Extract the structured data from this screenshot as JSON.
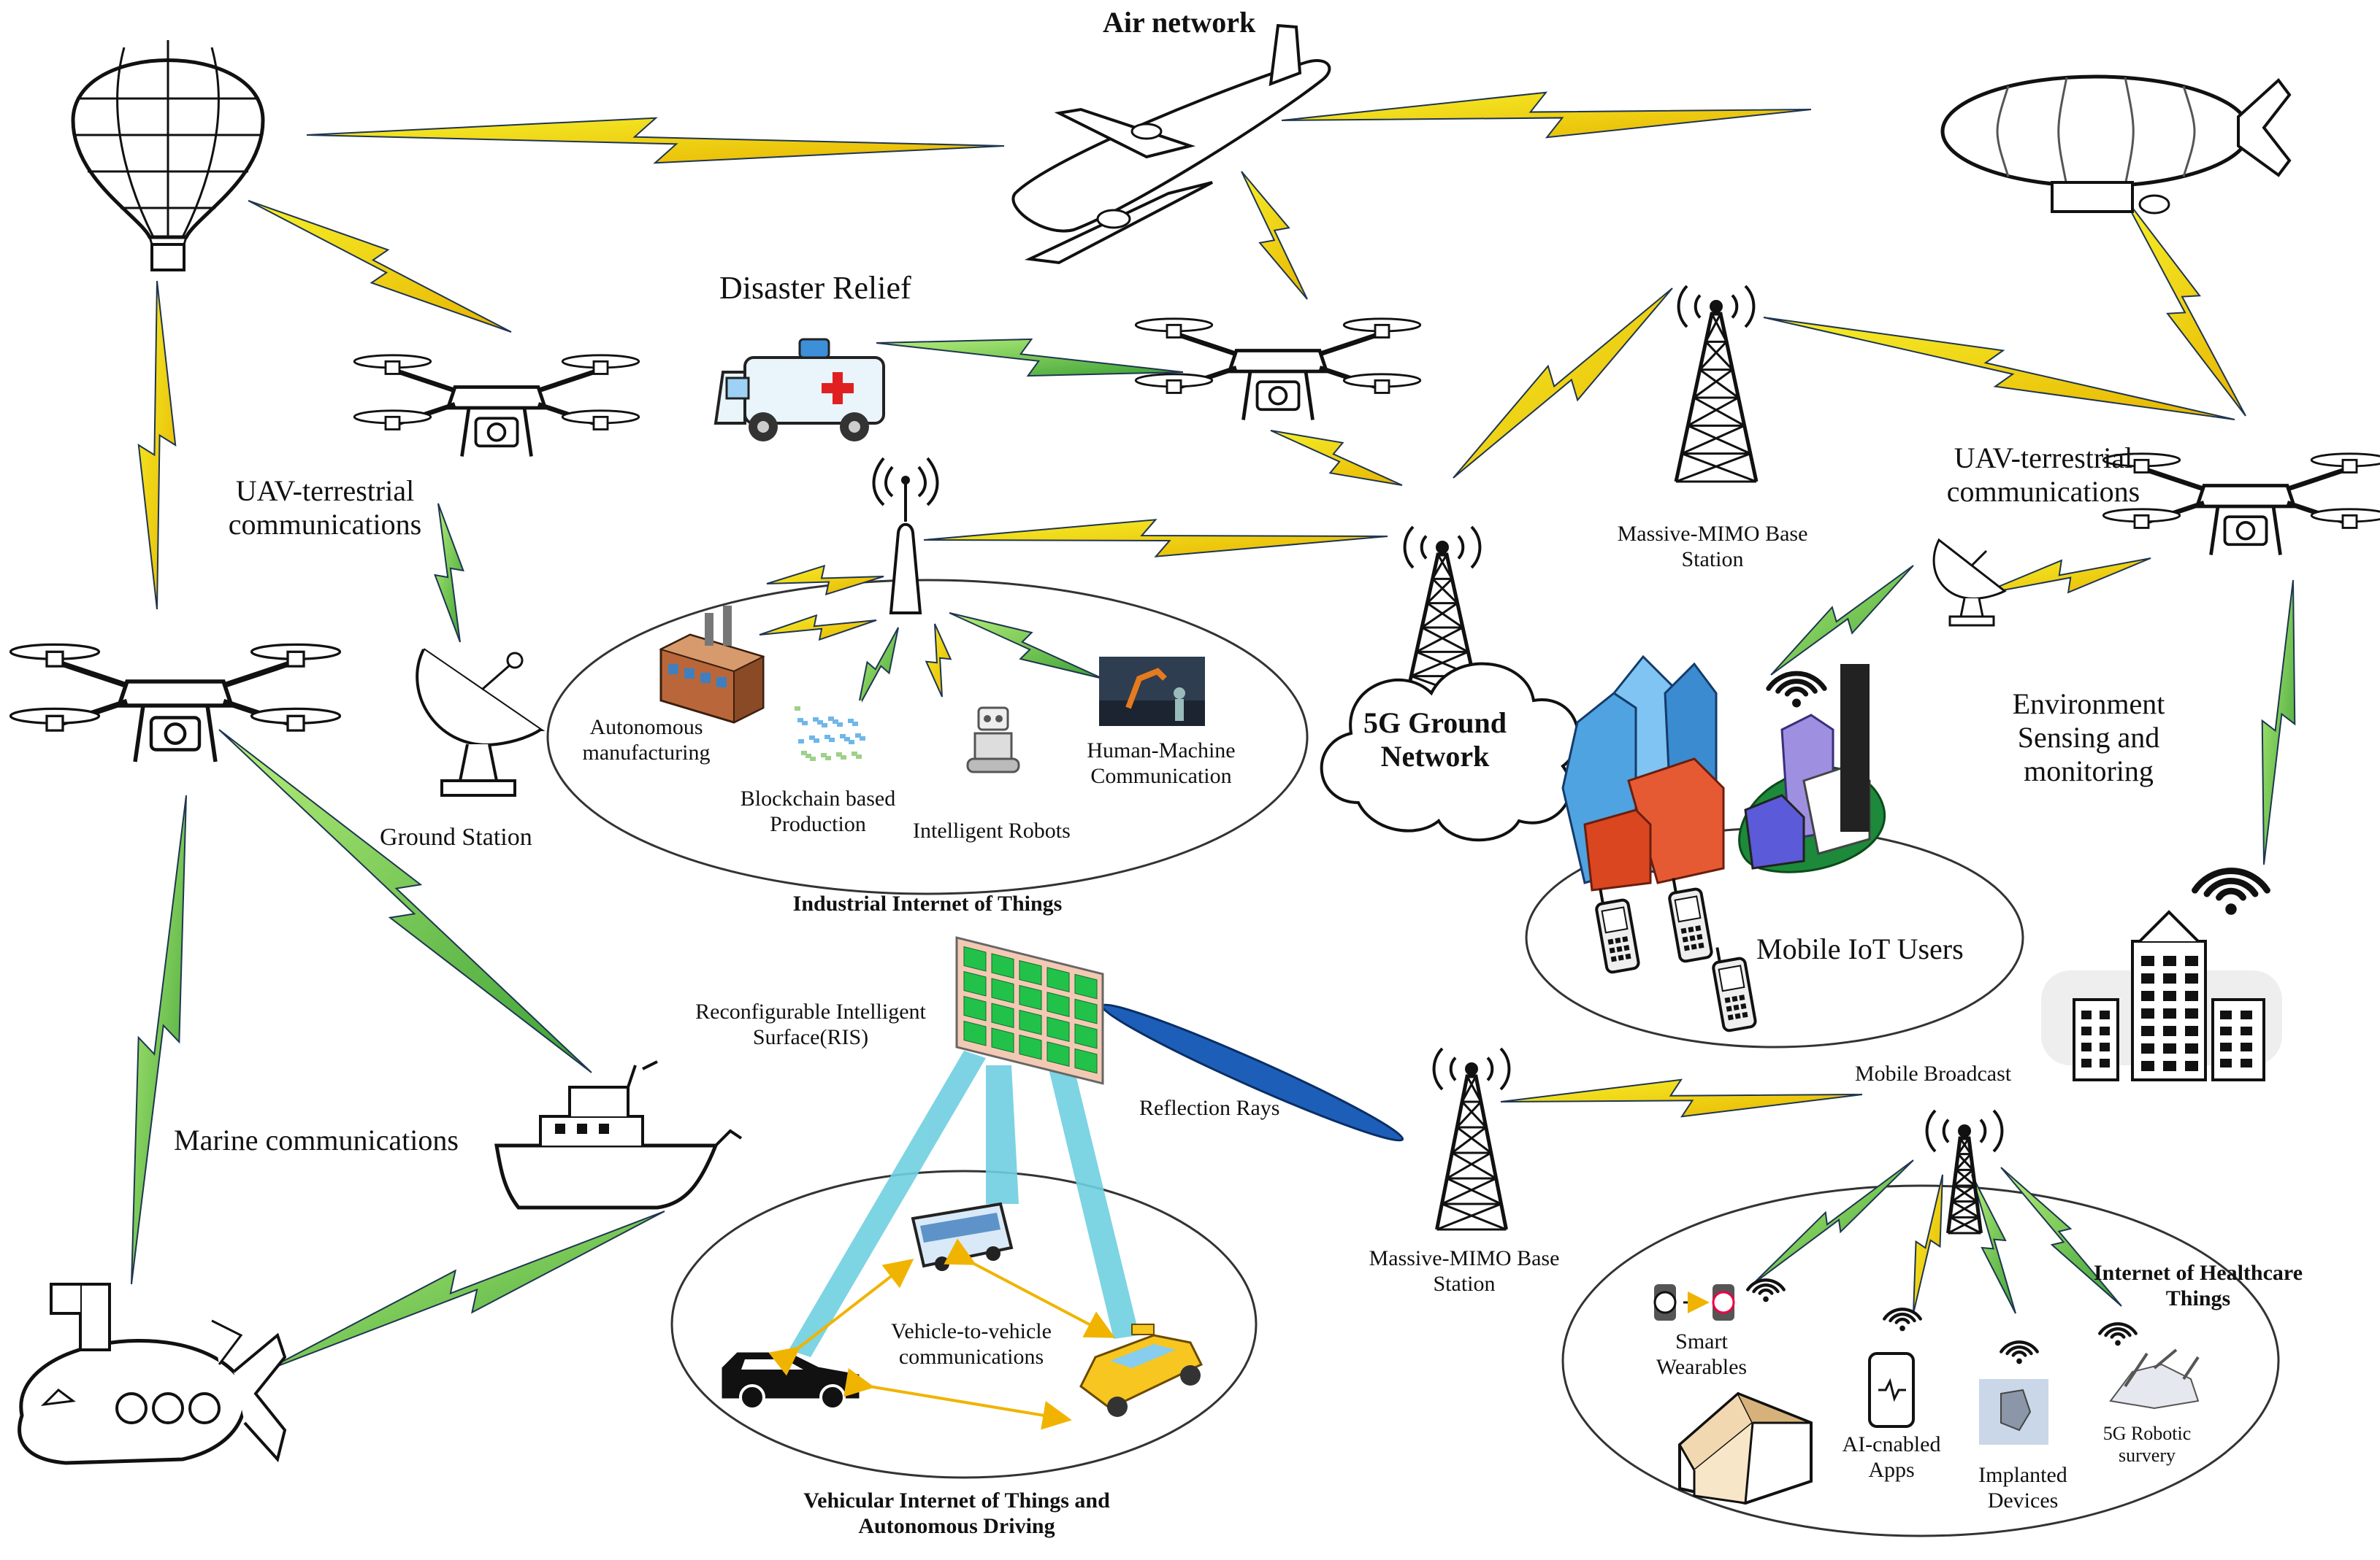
{
  "labels": {
    "air_network": "Air network",
    "disaster_relief": "Disaster Relief",
    "uav_terrestrial_left_1": "UAV-terrestrial",
    "uav_terrestrial_left_2": "communications",
    "uav_terrestrial_right_1": "UAV-terrestrial",
    "uav_terrestrial_right_2": "communications",
    "ground_station": "Ground Station",
    "autonomous_manufacturing_1": "Autonomous",
    "autonomous_manufacturing_2": "manufacturing",
    "blockchain_1": "Blockchain based",
    "blockchain_2": "Production",
    "intelligent_robots": "Intelligent Robots",
    "hmc_1": "Human-Machine",
    "hmc_2": "Communication",
    "iiot": "Industrial Internet of Things",
    "ground_network_1": "5G Ground",
    "ground_network_2": "Network",
    "massive_mimo_top_1": "Massive-MIMO Base",
    "massive_mimo_top_2": "Station",
    "env_sensing_1": "Environment",
    "env_sensing_2": "Sensing and",
    "env_sensing_3": "monitoring",
    "mobile_iot_users": "Mobile IoT Users",
    "ris_1": "Reconfigurable Intelligent",
    "ris_2": "Surface(RIS)",
    "reflection_rays": "Reflection Rays",
    "marine": "Marine communications",
    "v2v_1": "Vehicle-to-vehicle",
    "v2v_2": "communications",
    "viot_1": "Vehicular Internet of Things and",
    "viot_2": "Autonomous Driving",
    "massive_mimo_bottom_1": "Massive-MIMO Base",
    "massive_mimo_bottom_2": "Station",
    "mobile_broadcast": "Mobile Broadcast",
    "ioht_1": "Internet of Healthcare",
    "ioht_2": "Things",
    "smart_wearables_1": "Smart",
    "smart_wearables_2": "Wearables",
    "ai_apps_1": "AI-cnabled",
    "ai_apps_2": "Apps",
    "implanted_1": "Implanted",
    "implanted_2": "Devices",
    "robotic_1": "5G Robotic",
    "robotic_2": "survery"
  },
  "colors": {
    "link_yellow": "#f5f02a",
    "link_yellow_dark": "#e8b400",
    "link_green": "#7ee06a",
    "link_green_dark": "#3aa035",
    "link_stroke": "#1f3550",
    "ris_green": "#22c24a",
    "ris_frame": "#f3c9b4",
    "beam": "#6fcfe0",
    "reflection": "#1d5fb8",
    "v2v_arrow": "#f0b400"
  },
  "icons": [
    "hot-air-balloon-icon",
    "airplane-icon",
    "airship-icon",
    "quadcopter-icon",
    "ambulance-icon",
    "satellite-dish-icon",
    "antenna-tower-icon",
    "factory-icon",
    "robot-icon",
    "city-buildings-icon",
    "mobile-phone-icon",
    "wifi-icon",
    "ship-icon",
    "submarine-icon",
    "bus-icon",
    "car-icon",
    "taxi-icon",
    "smartwatch-icon",
    "house-icon",
    "smartphone-icon",
    "implant-icon",
    "surgical-robot-icon"
  ]
}
